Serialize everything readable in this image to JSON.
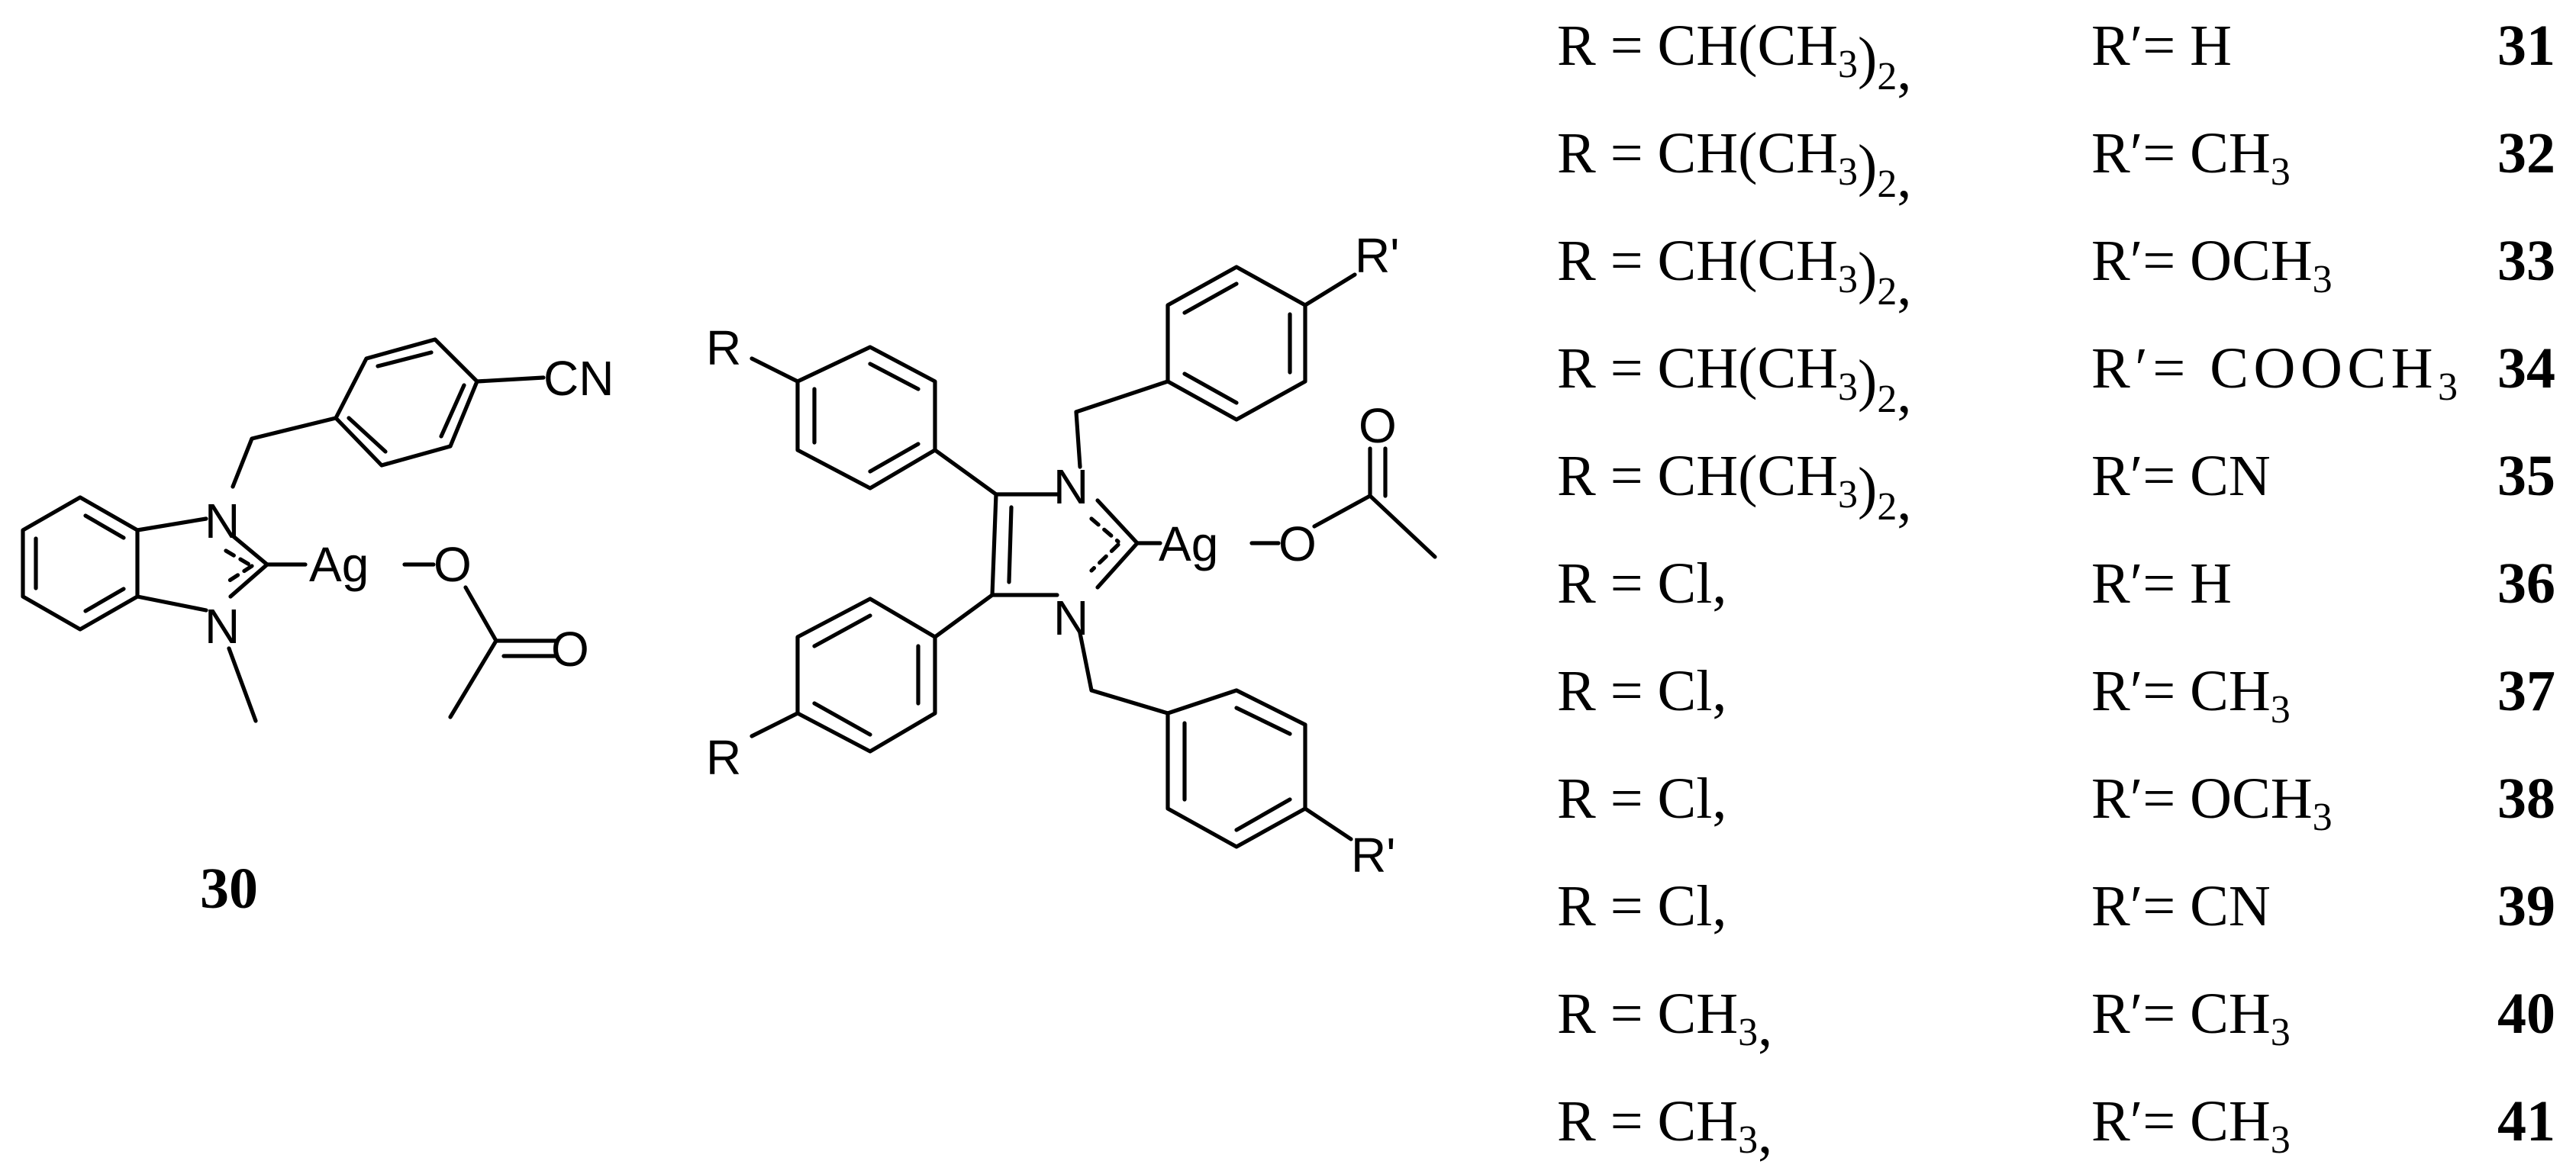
{
  "compound_30": {
    "label": "30",
    "atoms": {
      "nitrogen": "N",
      "silver": "Ag",
      "oxygen": "O",
      "nitrile": "CN"
    }
  },
  "compound_general": {
    "atoms": {
      "nitrogen": "N",
      "silver": "Ag",
      "oxygen": "O",
      "r": "R",
      "r_prime": "R'"
    }
  },
  "substituent_table": {
    "rows": [
      {
        "r": "R = CH(CH3)2,",
        "r_prime": "R′= H",
        "number": "31"
      },
      {
        "r": "R = CH(CH3)2,",
        "r_prime": "R′= CH3",
        "number": "32"
      },
      {
        "r": "R = CH(CH3)2,",
        "r_prime": "R′= OCH3",
        "number": "33"
      },
      {
        "r": "R = CH(CH3)2,",
        "r_prime": "R′= COOCH3",
        "number": "34"
      },
      {
        "r": "R = CH(CH3)2,",
        "r_prime": "R′= CN",
        "number": "35"
      },
      {
        "r": "R = Cl,",
        "r_prime": "R′= H",
        "number": "36"
      },
      {
        "r": "R = Cl,",
        "r_prime": "R′= CH3",
        "number": "37"
      },
      {
        "r": "R = Cl,",
        "r_prime": "R′= OCH3",
        "number": "38"
      },
      {
        "r": "R = Cl,",
        "r_prime": "R′= CN",
        "number": "39"
      },
      {
        "r": "R = CH3,",
        "r_prime": "R′= CH3",
        "number": "40"
      },
      {
        "r": "R = CH3,",
        "r_prime": "R′= CH3",
        "number": "41"
      }
    ]
  }
}
